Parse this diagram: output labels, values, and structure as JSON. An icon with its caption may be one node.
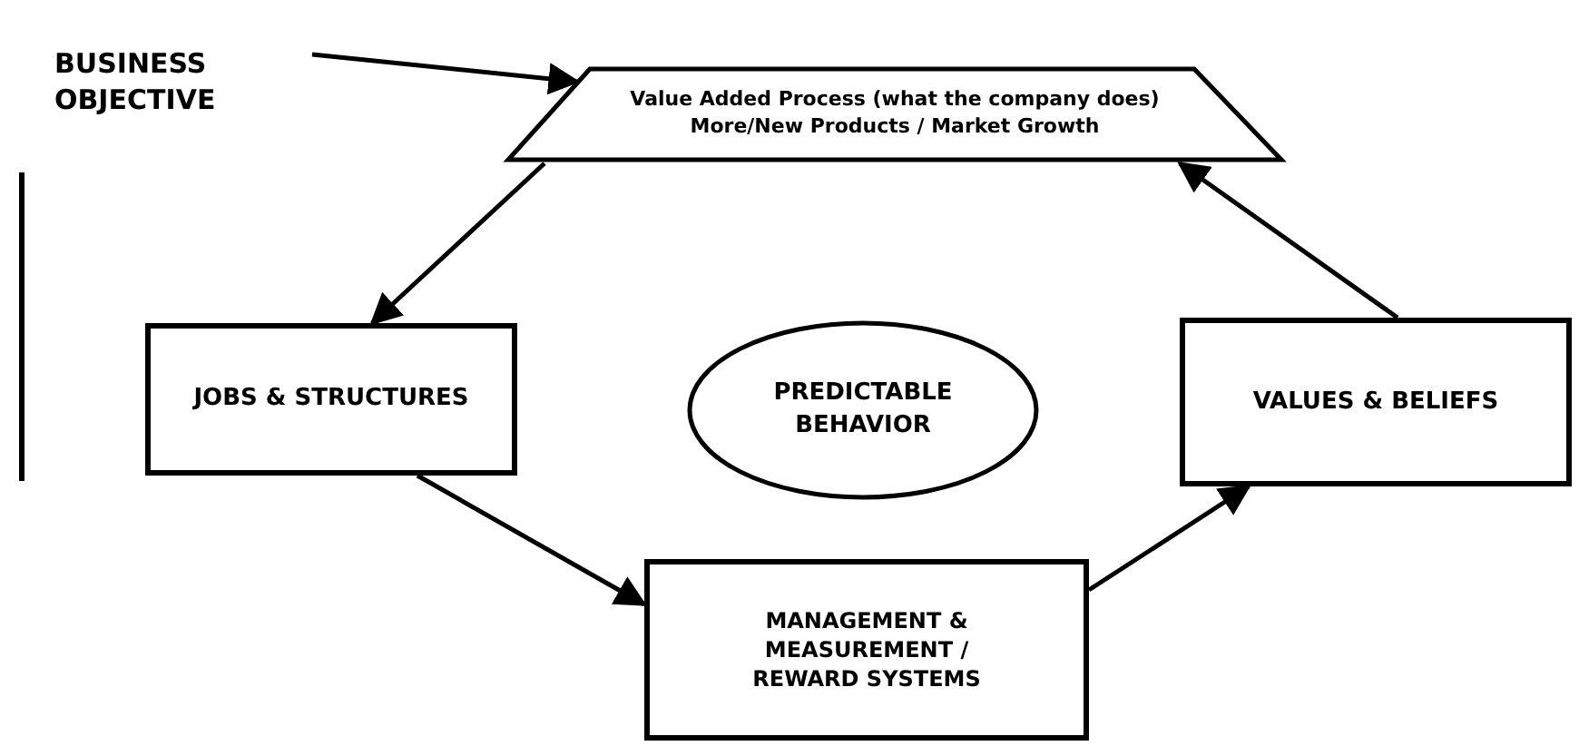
{
  "diagram": {
    "nodes": [
      {
        "text": [
          "BUSINESS OBJECTIVE"
        ]
      },
      {
        "text": [
          "Value Added Process (what the company does) More/New Products / Market Growth"
        ]
      },
      {
        "text": [
          "JOBS & STRUCTURES"
        ]
      },
      {
        "text": [
          "PREDICTABLE BEHAVIOR"
        ]
      },
      {
        "text": [
          "VALUES & BELIEFS"
        ]
      },
      {
        "text": [
          "MANAGEMENT & MEASUREMENT / REWARD SYSTEMS"
        ]
      }
    ],
    "edges": [
      {
        "from": 0,
        "to": 1,
        "arrow": "to"
      },
      {
        "from": 1,
        "to": 2,
        "arrow": "to"
      },
      {
        "from": 2,
        "to": 5,
        "arrow": "to"
      },
      {
        "from": 5,
        "to": 4,
        "arrow": "to"
      },
      {
        "from": 4,
        "to": 1,
        "arrow": "to"
      }
    ]
  }
}
